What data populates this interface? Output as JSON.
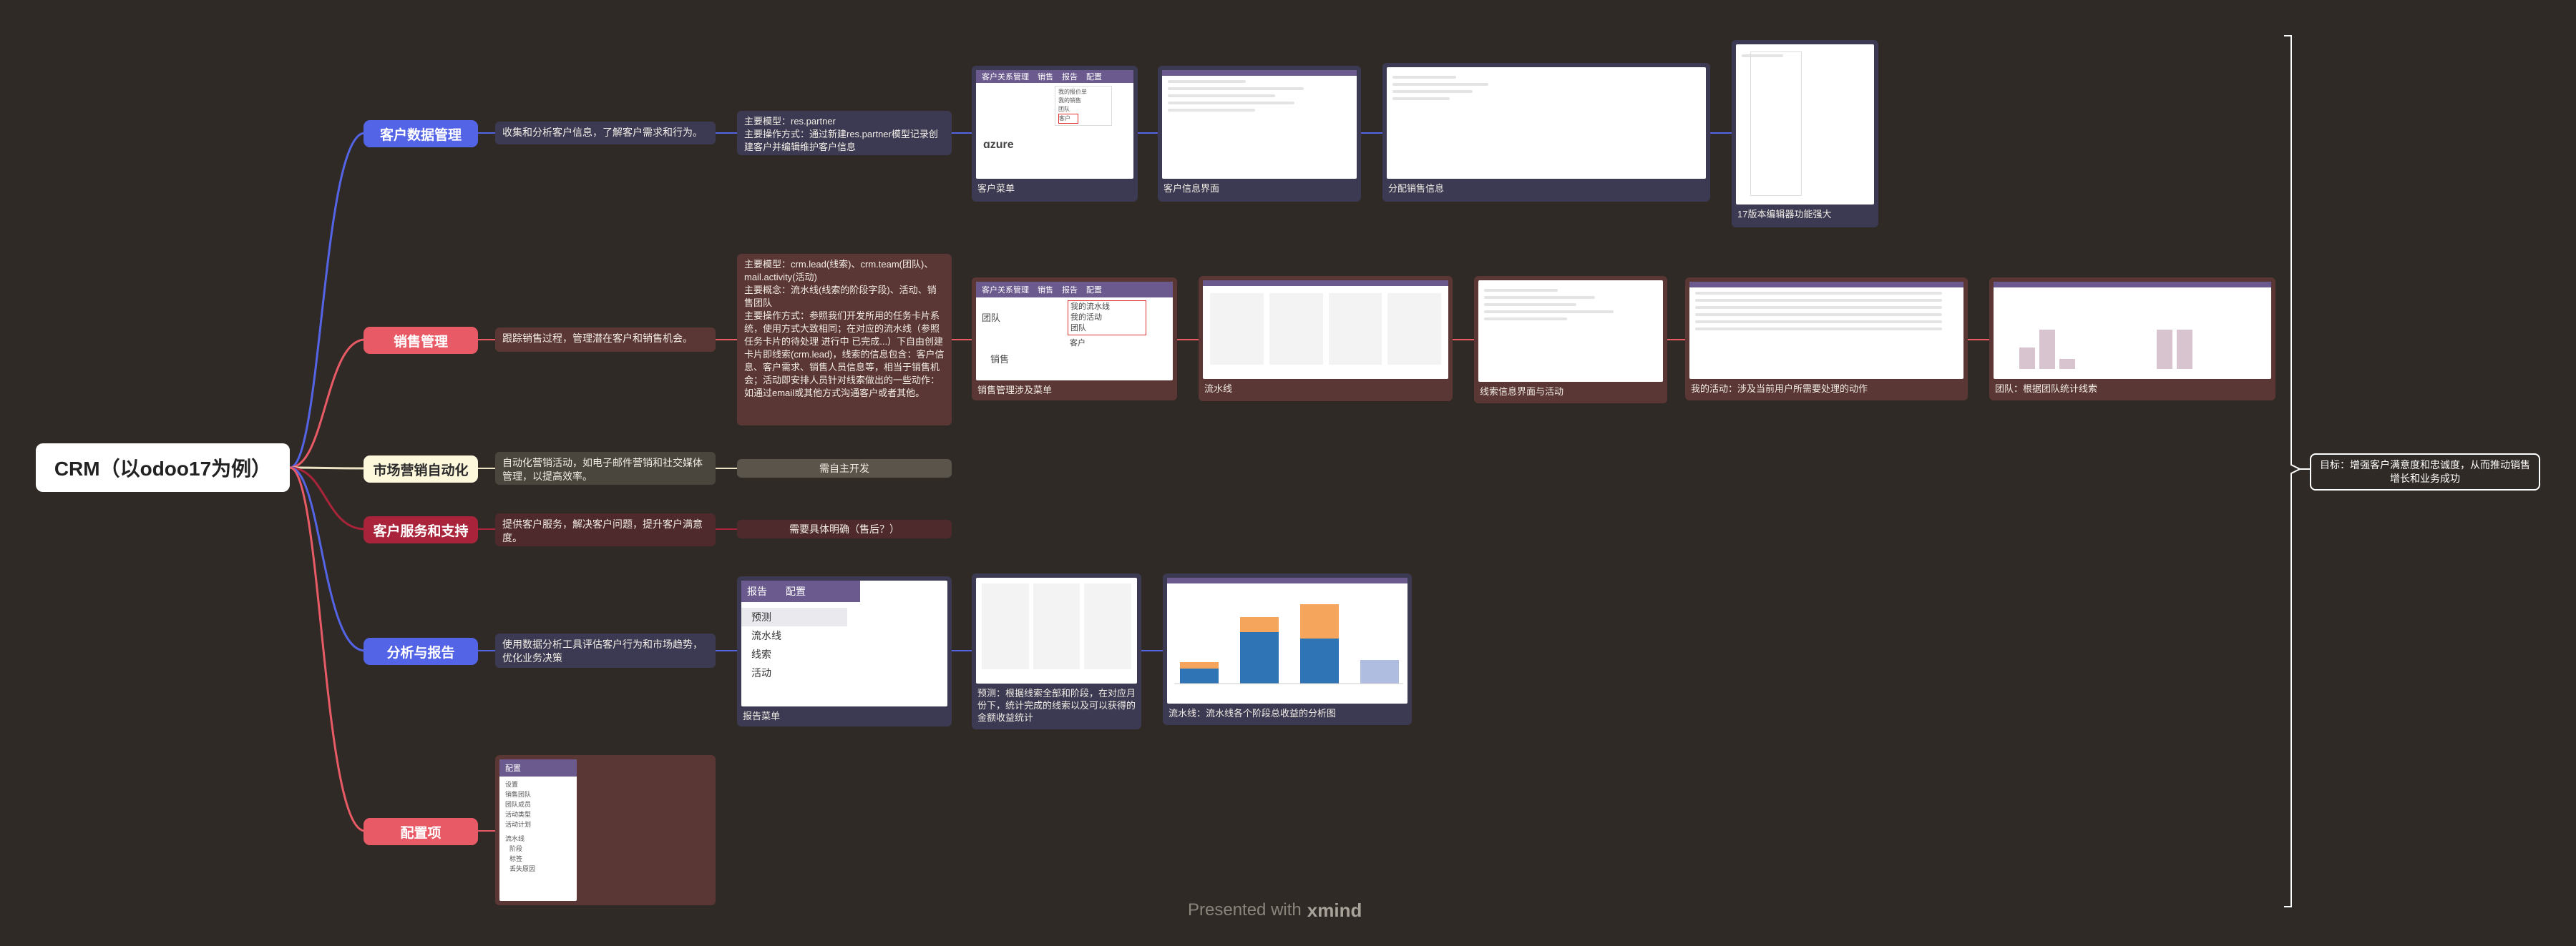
{
  "root": {
    "label": "CRM（以odoo17为例）"
  },
  "branches": [
    {
      "label": "客户数据管理",
      "color": "#5464e6",
      "desc": "收集和分析客户信息，了解客户需求和行为。",
      "note": "主要模型：res.partner\n主要操作方式：通过新建res.partner模型记录创建客户并编辑维护客户信息",
      "images": [
        {
          "caption": "客户菜单",
          "menu_title": "客户关系管理",
          "menu_items": [
            "销售",
            "报告",
            "配置"
          ],
          "items": [
            "我的报价单",
            "我的销售",
            "团队",
            "客户"
          ]
        },
        {
          "caption": "客户信息界面"
        },
        {
          "caption": "分配销售信息"
        },
        {
          "caption": "17版本编辑器功能强大"
        }
      ]
    },
    {
      "label": "销售管理",
      "color": "#e85a66",
      "desc": "跟踪销售过程，管理潜在客户和销售机会。",
      "note": "主要模型：crm.lead(线索)、crm.team(团队)、mail.activity(活动)\n主要概念：流水线(线索的阶段字段)、活动、销售团队\n主要操作方式：参照我们开发所用的任务卡片系统，使用方式大致相同；在对应的流水线（参照任务卡片的待处理 进行中 已完成...）下自由创建卡片即线索(crm.lead)，线索的信息包含：客户信息、客户需求、销售人员信息等，相当于销售机会；活动即安排人员针对线索做出的一些动作：如通过email或其他方式沟通客户或者其他。",
      "images": [
        {
          "caption": "销售管理涉及菜单",
          "menu_title": "客户关系管理",
          "menu_items": [
            "销售",
            "报告",
            "配置"
          ],
          "items": [
            "我的流水线",
            "我的活动",
            "团队",
            "客户"
          ],
          "left": [
            "团队",
            "销售"
          ]
        },
        {
          "caption": "流水线"
        },
        {
          "caption": "线索信息界面与活动"
        },
        {
          "caption": "我的活动：涉及当前用户所需要处理的动作"
        },
        {
          "caption": "团队：根据团队统计线索"
        }
      ]
    },
    {
      "label": "市场营销自动化",
      "color": "#fdf7dc",
      "text_color": "#2a2a2a",
      "desc": "自动化营销活动，如电子邮件营销和社交媒体管理，以提高效率。",
      "note": "需自主开发"
    },
    {
      "label": "客户服务和支持",
      "color": "#a9243a",
      "desc": "提供客户服务，解决客户问题，提升客户满意度。",
      "note": "需要具体明确（售后？）"
    },
    {
      "label": "分析与报告",
      "color": "#5464e6",
      "desc": "使用数据分析工具评估客户行为和市场趋势，优化业务决策",
      "images": [
        {
          "caption": "报告菜单",
          "menu_items": [
            "报告",
            "配置"
          ],
          "items": [
            "预测",
            "流水线",
            "线索",
            "活动"
          ]
        },
        {
          "caption": "预测：根据线索全部和阶段，在对应月份下，统计完成的线索以及可以获得的金额收益统计"
        },
        {
          "caption": "流水线：流水线各个阶段总收益的分析图",
          "chart_data": {
            "type": "bar",
            "categories": [
              "1",
              "2",
              "3",
              "4"
            ],
            "series": [
              {
                "values": [
                  14,
                  48,
                  42,
                  22
                ]
              },
              {
                "values": [
                  6,
                  14,
                  32,
                  0
                ]
              }
            ]
          }
        }
      ]
    },
    {
      "label": "配置项",
      "color": "#e85a66",
      "images": [
        {
          "caption": "",
          "menu_items": [
            "配置"
          ],
          "items": [
            "设置",
            "销售团队",
            "团队成员",
            "活动类型",
            "活动计划",
            "流水线",
            "阶段",
            "标签",
            "丢失原因"
          ]
        }
      ]
    }
  ],
  "goal": "目标：增强客户满意度和忠诚度，从而推动销售增长和业务成功",
  "footer": {
    "prefix": "Presented with",
    "brand": "xmind"
  }
}
